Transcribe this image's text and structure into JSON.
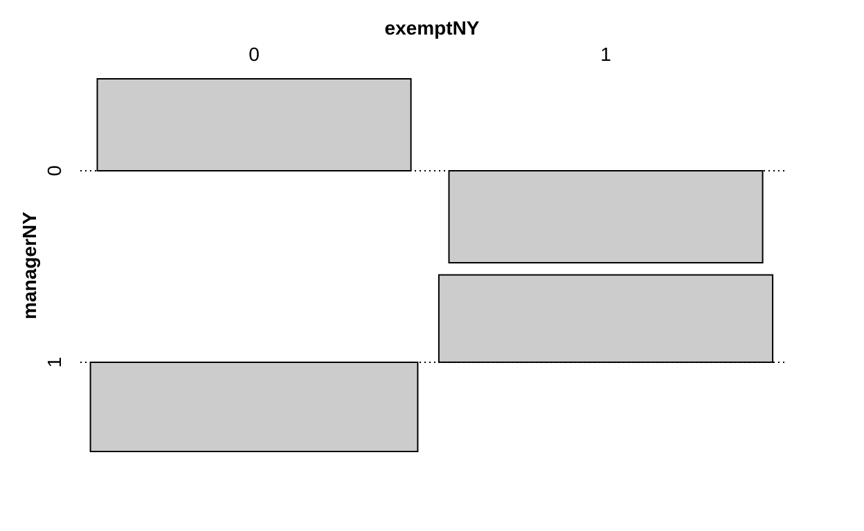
{
  "chart_data": {
    "type": "bar",
    "subtype": "association-plot",
    "xlabel": "exemptNY",
    "ylabel": "managerNY",
    "x_categories": [
      "0",
      "1"
    ],
    "y_categories": [
      "0",
      "1"
    ],
    "cells": [
      {
        "row": "0",
        "col": "0",
        "residual": 1.0,
        "expected_share": 0.482
      },
      {
        "row": "0",
        "col": "1",
        "residual": -1.0,
        "expected_share": 0.482
      },
      {
        "row": "1",
        "col": "0",
        "residual": -0.97,
        "expected_share": 0.503
      },
      {
        "row": "1",
        "col": "1",
        "residual": 0.95,
        "expected_share": 0.513
      }
    ],
    "bar_color": "#cccccc",
    "outline_color": "#000000"
  }
}
